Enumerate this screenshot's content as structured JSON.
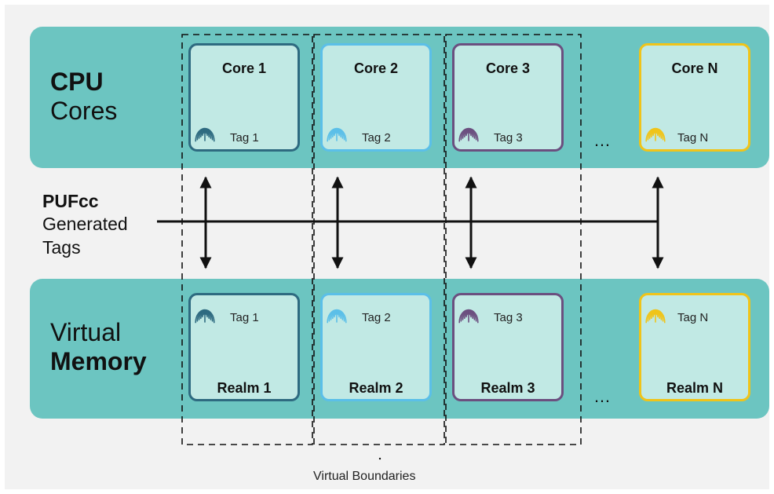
{
  "cpu": {
    "title_bold": "CPU",
    "title_rest": "Cores"
  },
  "memory": {
    "title_top": "Virtual",
    "title_bold": "Memory"
  },
  "puf": {
    "bold": "PUFcc",
    "line2": "Generated",
    "line3": "Tags"
  },
  "cores": [
    {
      "name": "Core 1",
      "tag": "Tag 1",
      "color": "#2e6a80"
    },
    {
      "name": "Core 2",
      "tag": "Tag 2",
      "color": "#5bbfe8"
    },
    {
      "name": "Core 3",
      "tag": "Tag 3",
      "color": "#6b4f7f"
    },
    {
      "name": "Core N",
      "tag": "Tag N",
      "color": "#f0c419"
    }
  ],
  "realms": [
    {
      "name": "Realm 1",
      "tag": "Tag 1",
      "color": "#2e6a80"
    },
    {
      "name": "Realm 2",
      "tag": "Tag 2",
      "color": "#5bbfe8"
    },
    {
      "name": "Realm 3",
      "tag": "Tag 3",
      "color": "#6b4f7f"
    },
    {
      "name": "Realm N",
      "tag": "Tag N",
      "color": "#f0c419"
    }
  ],
  "ellipsis": "…",
  "boundaries_label": "Virtual Boundaries",
  "colors": {
    "panel": "#6cc5c1",
    "card": "#c1e9e4",
    "background": "#f2f2f2"
  },
  "icons": {
    "tag": "fingerprint-icon",
    "link": "double-arrow-icon"
  }
}
